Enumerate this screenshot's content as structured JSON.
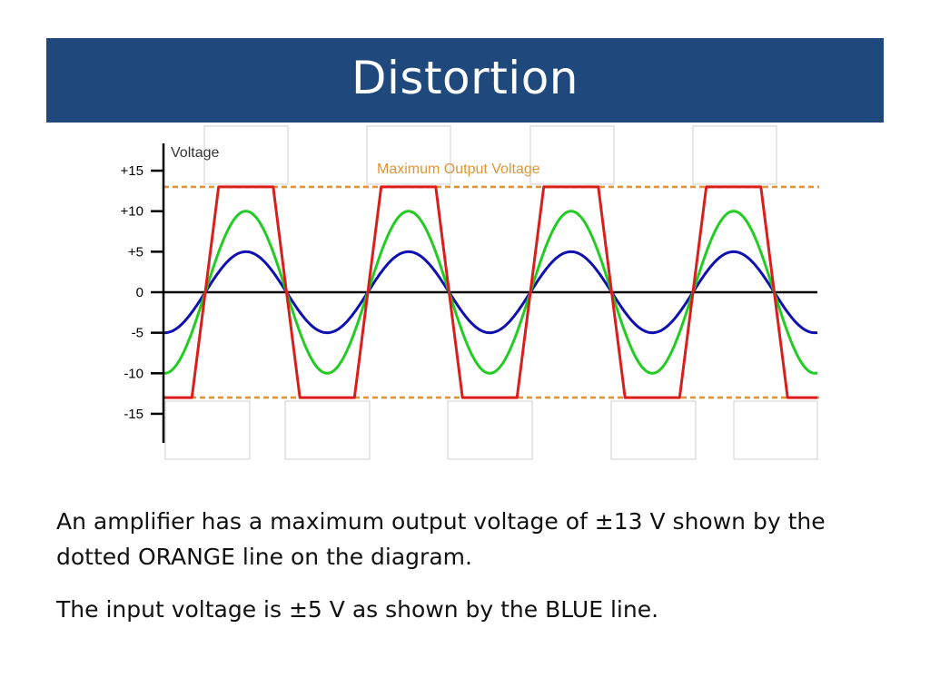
{
  "slide": {
    "title": "Distortion",
    "paragraphs": [
      "An amplifier has a maximum output voltage of ±13 V shown by the dotted ORANGE line on the diagram.",
      "The input voltage is ±5 V as shown by the BLUE line."
    ]
  },
  "colors": {
    "title_bar": "#1f497d",
    "title_text": "#ffffff",
    "input_wave": "#1010b0",
    "amplified_wave": "#22cc22",
    "clipped_output": "#dd1c1c",
    "limit_line": "#e0953a",
    "axis": "#000000"
  },
  "chart_data": {
    "type": "line",
    "title": "Maximum Output Voltage",
    "xlabel": "",
    "ylabel": "Voltage",
    "yticks": [
      "+15",
      "+10",
      "+5",
      "0",
      "-5",
      "-10",
      "-15"
    ],
    "ytick_values": [
      15,
      10,
      5,
      0,
      -5,
      -10,
      -15
    ],
    "ylim": [
      -18,
      18
    ],
    "cycles": 4,
    "limit_lines": [
      13,
      -13
    ],
    "series": [
      {
        "key": "input",
        "amplitude": 5,
        "color": "#1010b0"
      },
      {
        "key": "amplified",
        "amplitude": 10,
        "color": "#22cc22"
      },
      {
        "key": "clipped",
        "amplitude": 13,
        "clip": true,
        "color": "#dd1c1c"
      }
    ]
  }
}
